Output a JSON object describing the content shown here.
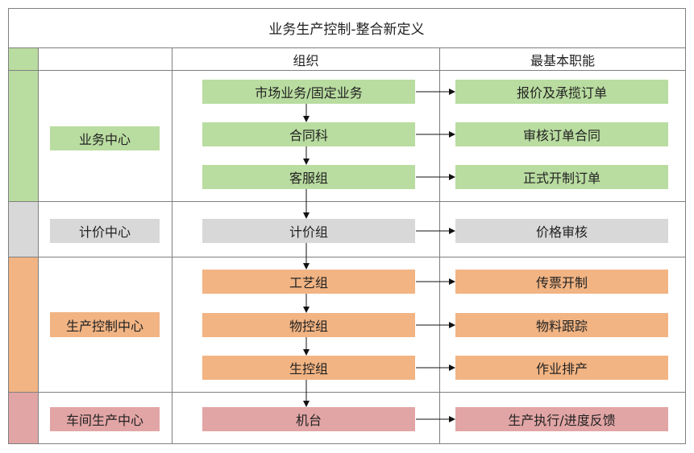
{
  "title": "业务生产控制-整合新定义",
  "headers": {
    "org": "组织",
    "func": "最基本职能"
  },
  "colors": {
    "green": "#b9dca0",
    "gray": "#d8d8d8",
    "orange": "#f2b483",
    "pink": "#e2a5a5",
    "border": "#7f7f7f"
  },
  "sections": [
    {
      "center": "业务中心",
      "color": "green",
      "orgs": [
        "市场业务/固定业务",
        "合同科",
        "客服组"
      ],
      "funcs": [
        "报价及承揽订单",
        "审核订单合同",
        "正式开制订单"
      ]
    },
    {
      "center": "计价中心",
      "color": "gray",
      "orgs": [
        "计价组"
      ],
      "funcs": [
        "价格审核"
      ]
    },
    {
      "center": "生产控制中心",
      "color": "orange",
      "orgs": [
        "工艺组",
        "物控组",
        "生控组"
      ],
      "funcs": [
        "传票开制",
        "物料跟踪",
        "作业排产"
      ]
    },
    {
      "center": "车间生产中心",
      "color": "pink",
      "orgs": [
        "机台"
      ],
      "funcs": [
        "生产执行/进度反馈"
      ]
    }
  ]
}
